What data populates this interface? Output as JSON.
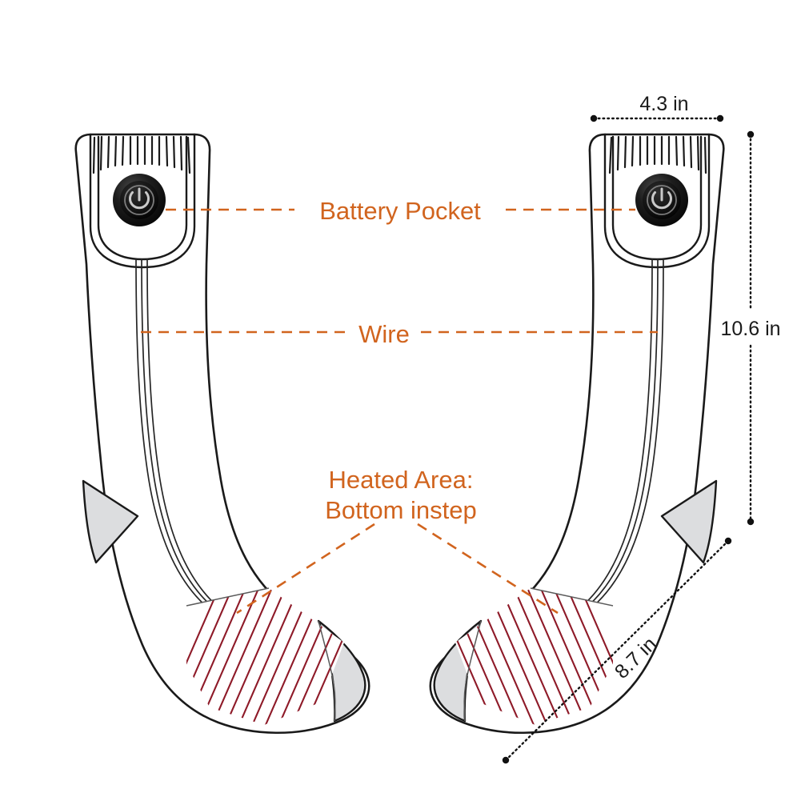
{
  "diagram": {
    "title": "Heated Socks Feature Diagram",
    "background_color": "#ffffff",
    "accent_color": "#d1641e",
    "stripe_color": "#8e1a28",
    "patch_color": "#dcdddf",
    "outline_color": "#1a1a1a"
  },
  "labels": {
    "battery_pocket": "Battery Pocket",
    "wire": "Wire",
    "heated_area_line1": "Heated Area:",
    "heated_area_line2": "Bottom instep"
  },
  "dimensions": {
    "width": "4.3 in",
    "height": "10.6 in",
    "length": "8.7 in"
  },
  "components": {
    "power_button_icon": "power-icon",
    "left_sock_name": "left-sock",
    "right_sock_name": "right-sock"
  }
}
